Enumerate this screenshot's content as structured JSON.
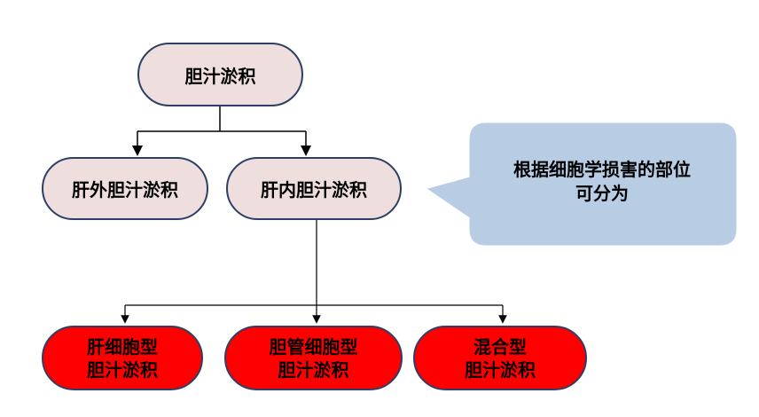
{
  "diagram": {
    "root": "胆汁淤积",
    "level1": [
      "肝外胆汁淤积",
      "肝内胆汁淤积"
    ],
    "level2": [
      [
        "肝细胞型",
        "胆汁淤积"
      ],
      [
        "胆管细胞型",
        "胆汁淤积"
      ],
      [
        "混合型",
        "胆汁淤积"
      ]
    ],
    "callout": [
      "根据细胞学损害的部位",
      "可分为"
    ]
  },
  "colors": {
    "root_fill": "#efdede",
    "level2_fill": "#ff0000",
    "border": "#2e3f66",
    "callout_fill": "#b8cce4",
    "line": "#000000"
  }
}
